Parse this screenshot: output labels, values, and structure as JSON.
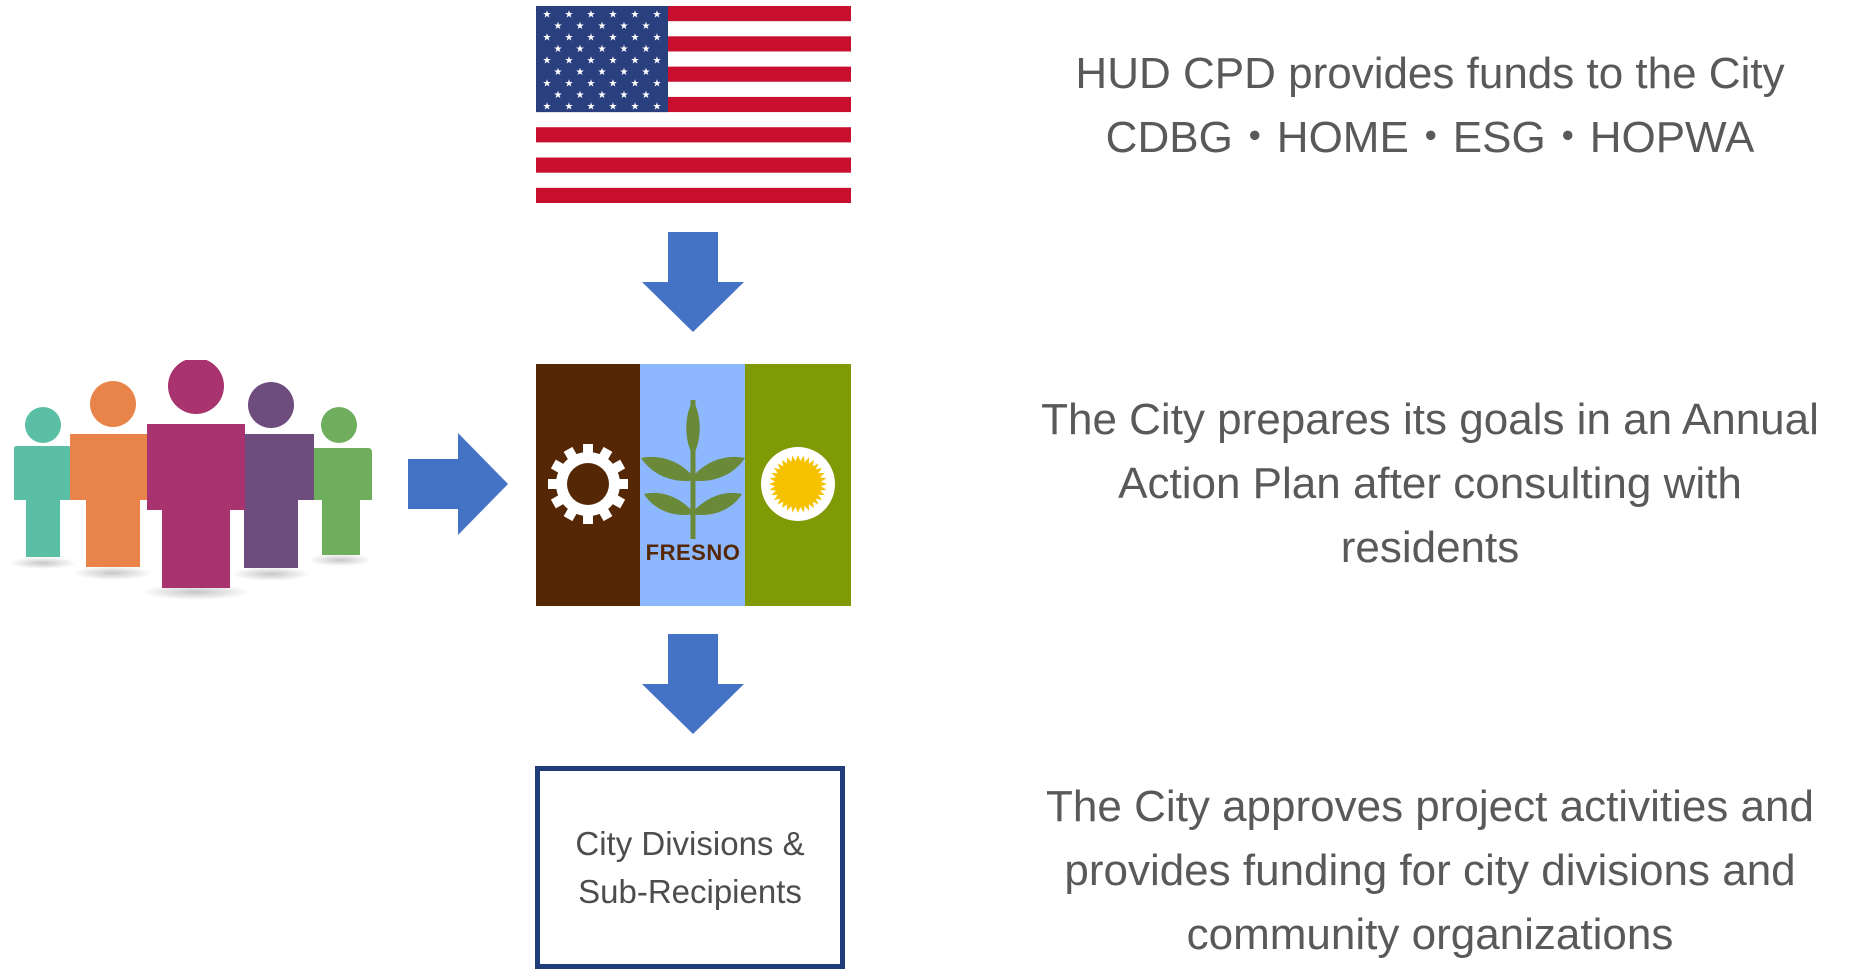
{
  "colors": {
    "arrow": "#4472c4",
    "text": "#595959",
    "box_border": "#1f3d7a",
    "flag_red": "#c8102e",
    "flag_blue": "#2a3f7e",
    "fresno_brown": "#552705",
    "fresno_blue": "#8db8ff",
    "fresno_green": "#7f9a04",
    "sun_yellow": "#f6c200"
  },
  "icons": {
    "us_flag": "us-flag-icon",
    "people": "people-group-icon",
    "city_flag": "fresno-city-flag-icon",
    "arrow_down": "arrow-down-icon",
    "arrow_right": "arrow-right-icon"
  },
  "fresno_flag": {
    "word": "FRESNO"
  },
  "step1": {
    "lines": [
      "HUD CPD provides funds to the City",
      "CDBG・HOME・ESG・HOPWA"
    ]
  },
  "step2": {
    "lines": [
      "The City prepares its goals in an Annual",
      "Action Plan after consulting with",
      "residents"
    ]
  },
  "step3": {
    "box_lines": [
      "City Divisions &",
      "Sub-Recipients"
    ],
    "lines": [
      "The City approves project activities and",
      "provides funding for city divisions and",
      "community organizations"
    ]
  }
}
